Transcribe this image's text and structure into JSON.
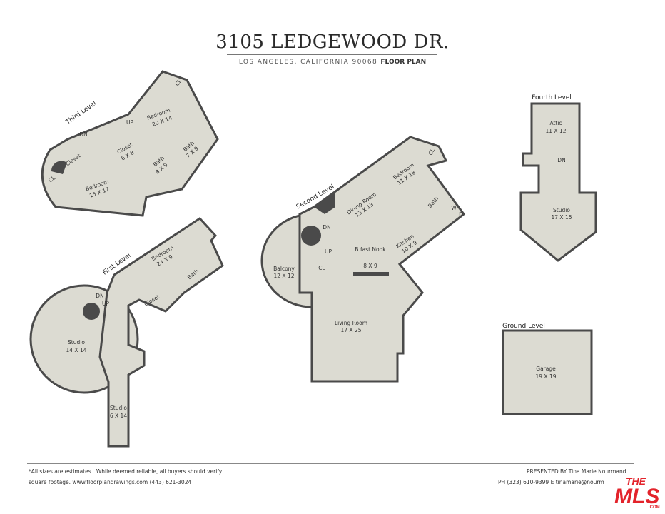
{
  "header": {
    "title": "3105 LEDGEWOOD DR.",
    "location": "LOS ANGELES, CALIFORNIA  90068",
    "plan_label": "FLOOR PLAN"
  },
  "levels": {
    "third": {
      "label": "Third Level",
      "rooms": [
        {
          "name": "Bedroom",
          "dims": "20 X 14"
        },
        {
          "name": "Closet",
          "dims": "6 X 8"
        },
        {
          "name": "Bath",
          "dims": "8 X 9"
        },
        {
          "name": "Bath",
          "dims": "7 X 9"
        },
        {
          "name": "Bedroom",
          "dims": "15 X 17"
        },
        {
          "name": "Closet"
        },
        {
          "name": "CL"
        },
        {
          "name": "CL"
        }
      ],
      "stairs": [
        "UP",
        "DN"
      ]
    },
    "second": {
      "label": "Second Level",
      "rooms": [
        {
          "name": "Dining Room",
          "dims": "13 X 13"
        },
        {
          "name": "Bedroom",
          "dims": "11 X 18"
        },
        {
          "name": "Bath"
        },
        {
          "name": "Kitchen",
          "dims": "10 X 9"
        },
        {
          "name": "B.fast Nook",
          "dims": "8 X 9"
        },
        {
          "name": "Balcony",
          "dims": "12 X 12"
        },
        {
          "name": "Living Room",
          "dims": "17 X 25"
        },
        {
          "name": "CL"
        },
        {
          "name": "CL"
        },
        {
          "name": "W"
        },
        {
          "name": "D"
        }
      ],
      "stairs": [
        "DN",
        "UP"
      ]
    },
    "first": {
      "label": "First Level",
      "rooms": [
        {
          "name": "Bedroom",
          "dims": "24 X 9"
        },
        {
          "name": "Bath"
        },
        {
          "name": "Closet"
        },
        {
          "name": "Studio",
          "dims": "14 X 14"
        },
        {
          "name": "Studio",
          "dims": "6 X 14"
        }
      ],
      "stairs": [
        "DN",
        "UP"
      ]
    },
    "fourth": {
      "label": "Fourth Level",
      "rooms": [
        {
          "name": "Attic",
          "dims": "11 X 12"
        },
        {
          "name": "Studio",
          "dims": "17 X 15"
        }
      ],
      "stairs": [
        "DN"
      ]
    },
    "ground": {
      "label": "Ground Level",
      "rooms": [
        {
          "name": "Garage",
          "dims": "19 X 19"
        }
      ]
    }
  },
  "colors": {
    "floor": "#dcdbd2",
    "wall": "#4a4a4a",
    "logo": "#e3232b"
  },
  "footer": {
    "disclaimer_line1": "*All sizes are estimates . While deemed reliable, all buyers should verify",
    "disclaimer_line2": "square footage.   www.floorplandrawings.com    (443) 621-3024",
    "presented_by": "PRESENTED BY  Tina Marie  Nourmand",
    "contact": "PH  (323) 610-9399   E  tinamarie@nourm"
  },
  "logo": {
    "text_top": "THE",
    "text_main": "MLS",
    "text_sub": ".COM"
  }
}
